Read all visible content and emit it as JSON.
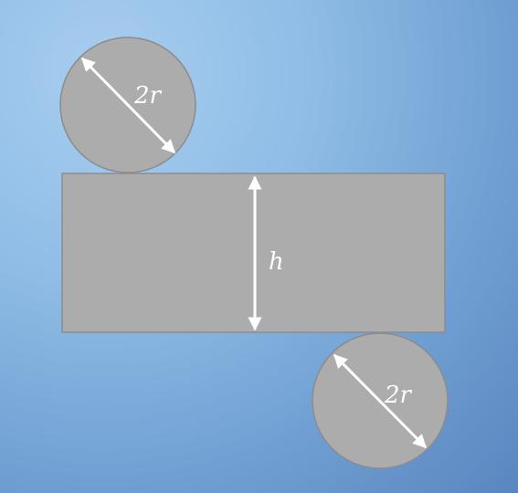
{
  "diagram": {
    "top_circle_label": "2r",
    "rectangle_label": "h",
    "bottom_circle_label": "2r"
  },
  "colors": {
    "shape_fill": "#acacac",
    "shape_stroke": "#8c8c8c",
    "arrow": "#ffffff"
  }
}
